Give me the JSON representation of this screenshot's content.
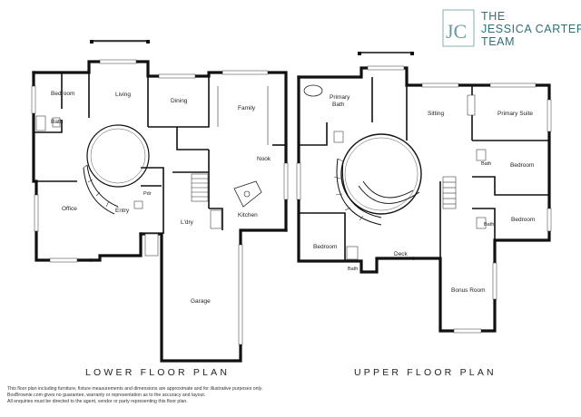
{
  "logo": {
    "monogram": "JC",
    "line1": "THE",
    "line2": "JESSICA CARTER",
    "line3": "TEAM",
    "accent_color": "#2f6f78"
  },
  "lower_floor": {
    "title": "LOWER FLOOR PLAN",
    "rooms": {
      "bedroom": "Bedroom",
      "bath": "Bath",
      "living": "Living",
      "dining": "Dining",
      "family": "Family",
      "nook": "Nook",
      "office": "Office",
      "entry": "Entry",
      "pdr": "Pdr",
      "laundry": "L'dry",
      "kitchen": "Kitchen",
      "garage": "Garage"
    }
  },
  "upper_floor": {
    "title": "UPPER FLOOR PLAN",
    "rooms": {
      "primary_bath_1": "Primary",
      "primary_bath_2": "Bath",
      "sitting": "Sitting",
      "primary_suite": "Primary Suite",
      "bath_a": "Bath",
      "bedroom_a": "Bedroom",
      "bath_b": "Bath",
      "bedroom_b": "Bedroom",
      "bedroom_c": "Bedroom",
      "bath_c": "Bath",
      "deck": "Deck",
      "bonus_room": "Bonus Room"
    }
  },
  "disclaimer": [
    "This floor plan including furniture, fixture measurements and dimensions are approximate and for illustrative purposes only.",
    "BoxBrownie.com gives no guarantee, warranty or representation as to the accuracy and layout.",
    "All enquiries must be directed to the agent, vendor or party representing this floor plan."
  ]
}
